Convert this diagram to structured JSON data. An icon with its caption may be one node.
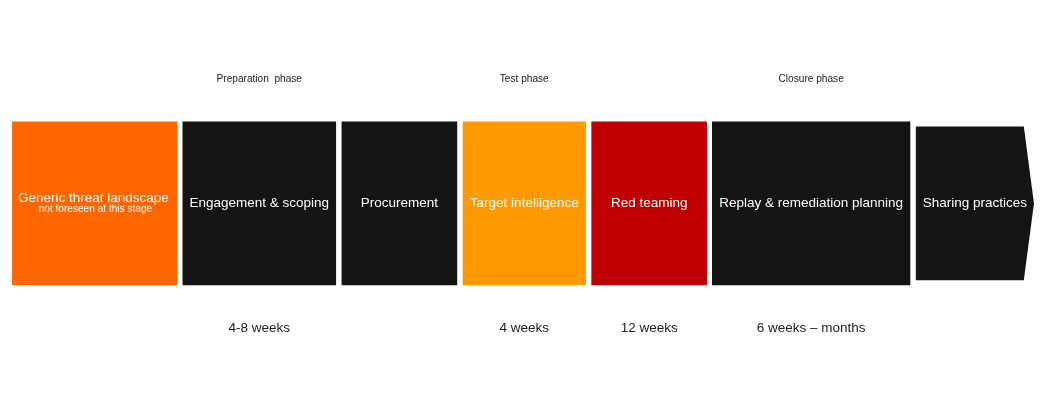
{
  "diagram": {
    "nodes": [
      {
        "text": [
          "Generic threat landscape",
          "not foreseen at this stage"
        ]
      },
      {
        "text": [
          "Engagement & scoping"
        ]
      },
      {
        "text": [
          "Procurement"
        ]
      },
      {
        "text": [
          "Target intelligence"
        ]
      },
      {
        "text": [
          "Red teaming"
        ]
      },
      {
        "text": [
          "Replay & remediation planning"
        ]
      },
      {
        "text": [
          "Sharing practices"
        ]
      }
    ],
    "edges": [],
    "labels": [
      "Preparation  phase",
      "Test phase",
      "Closure phase",
      "4-8 weeks",
      "4 weeks",
      "12 weeks",
      "6 weeks – months"
    ]
  }
}
